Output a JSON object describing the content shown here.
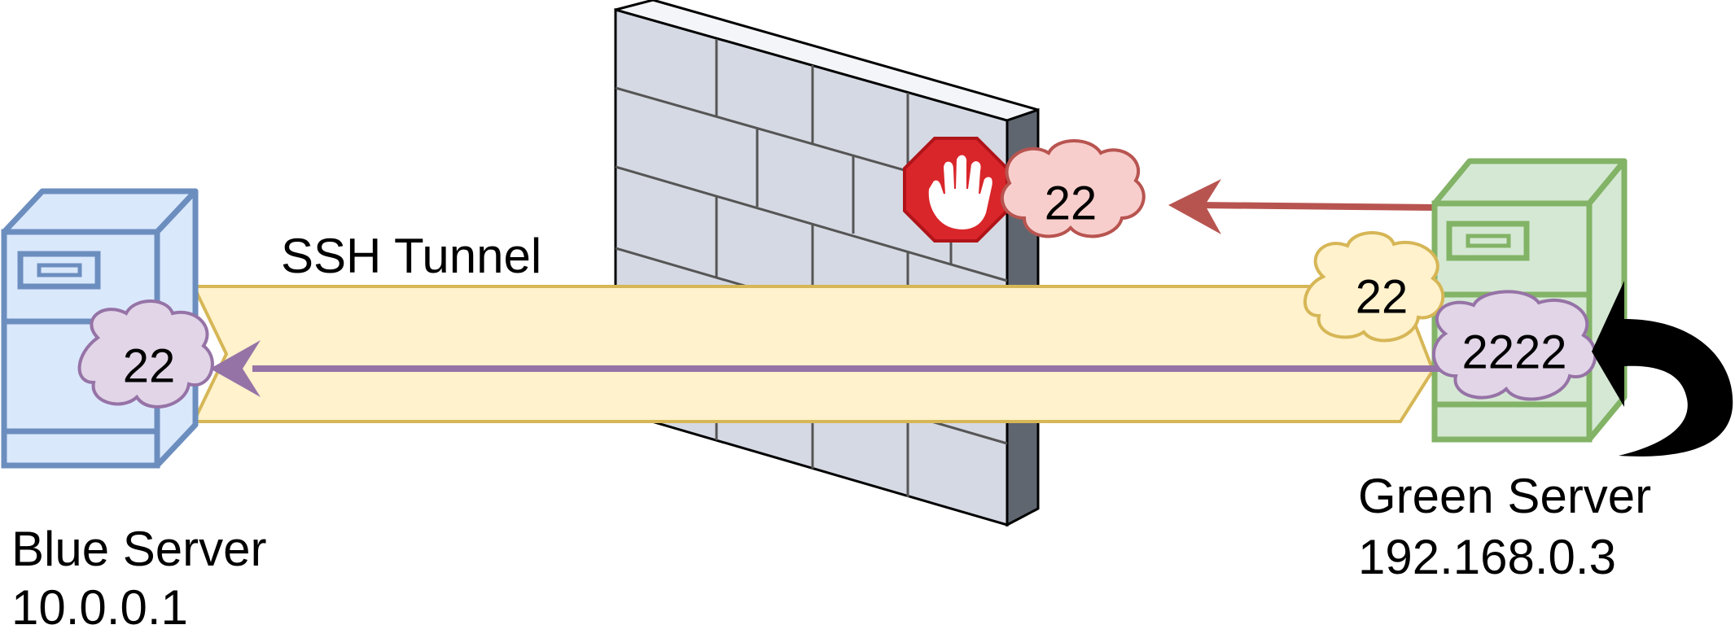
{
  "diagram": {
    "tunnel": {
      "label": "SSH Tunnel",
      "color": "#fff2cc",
      "stroke": "#d6b656"
    },
    "blue_server": {
      "name": "Blue Server",
      "ip": "10.0.0.1",
      "port": "22",
      "fill": "#dae8fc",
      "stroke": "#6c8ebf"
    },
    "green_server": {
      "name": "Green Server",
      "ip": "192.168.0.3",
      "tunnel_port": "22",
      "forward_port": "2222",
      "fill": "#d5e8d4",
      "stroke": "#82b366"
    },
    "firewall": {
      "blocked_port": "22",
      "stop_icon": "stop-hand-icon"
    },
    "colors": {
      "blocked_arrow": "#b85450",
      "forward_arrow": "#9673a6",
      "brick_fill": "#d5d9e3",
      "brick_dark": "#5f6670"
    }
  }
}
